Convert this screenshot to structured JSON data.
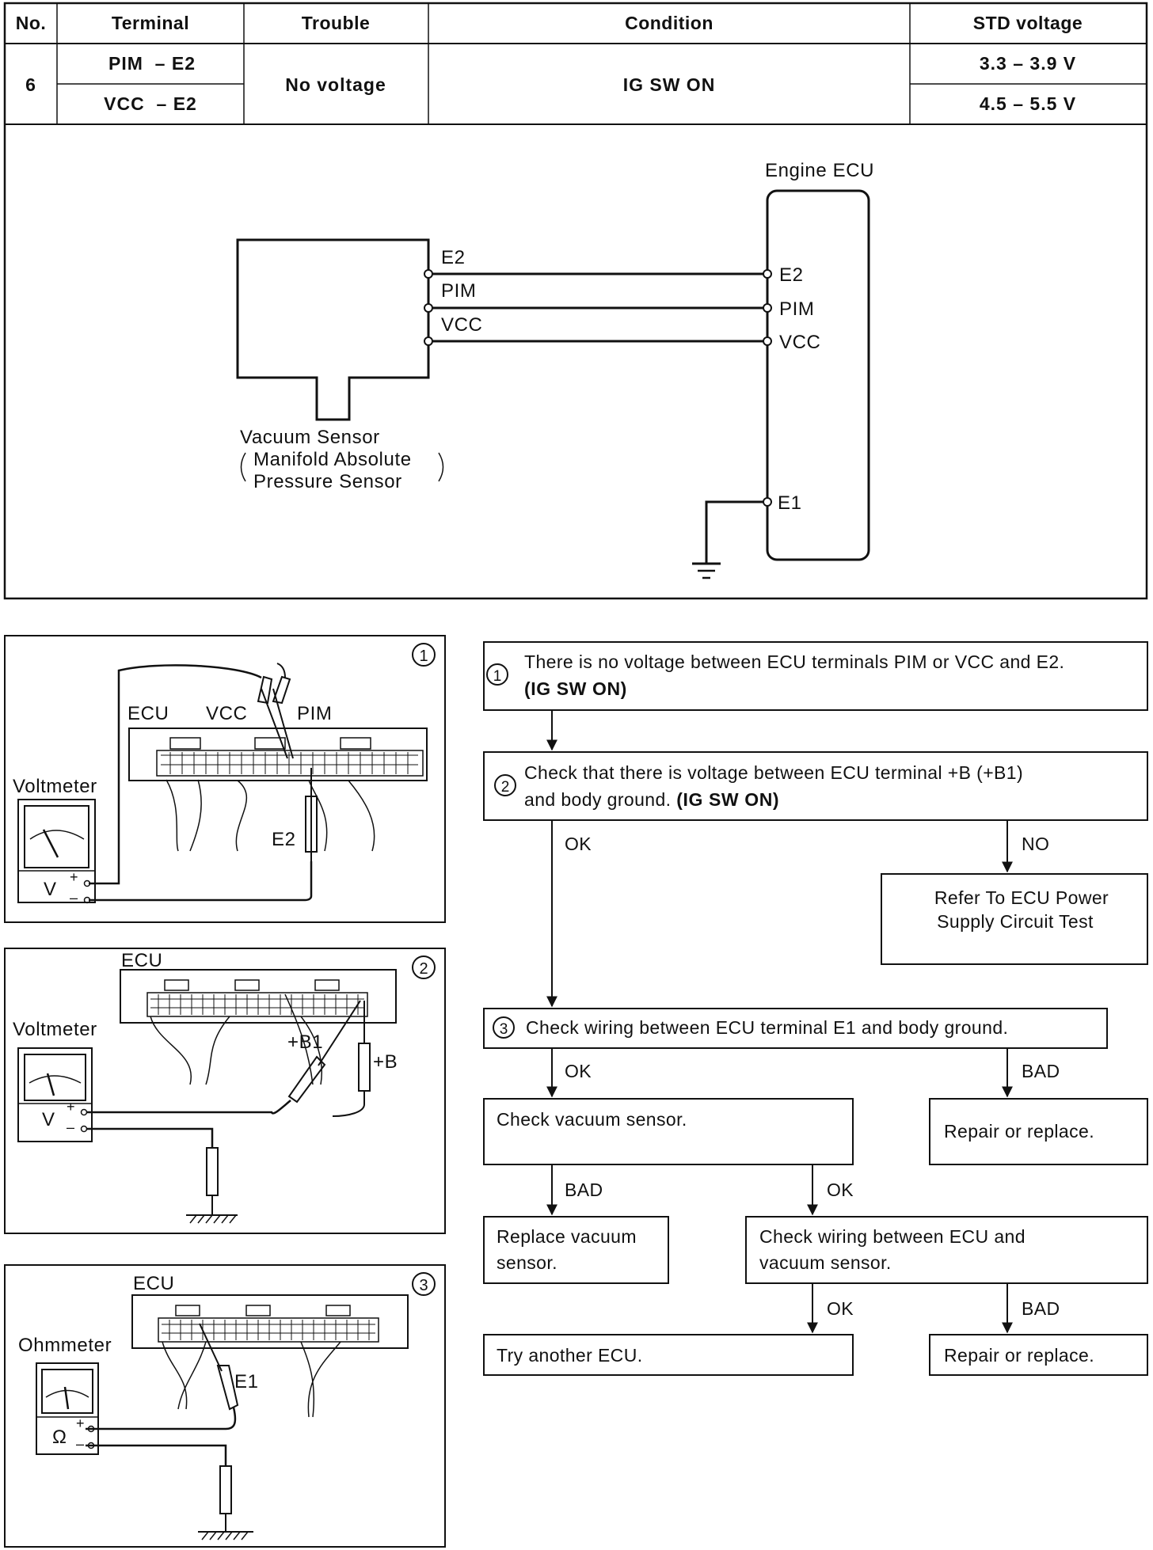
{
  "spec_table": {
    "headers": [
      "No.",
      "Terminal",
      "Trouble",
      "Condition",
      "STD voltage"
    ],
    "no": "6",
    "terminals": [
      "PIM  – E2",
      "VCC  – E2"
    ],
    "trouble": "No voltage",
    "condition": "IG SW ON",
    "std_voltages": [
      "3.3 – 3.9 V",
      "4.5 – 5.5 V"
    ]
  },
  "circuit": {
    "ecu_title": "Engine ECU",
    "sensor_pins": [
      "E2",
      "PIM",
      "VCC"
    ],
    "ecu_pins": [
      "E2",
      "PIM",
      "VCC",
      "E1"
    ],
    "sensor_name": [
      "Vacuum Sensor",
      "Manifold Absolute",
      "Pressure Sensor"
    ]
  },
  "illustrations": {
    "fig1": {
      "num": "①",
      "labels": [
        "ECU",
        "VCC",
        "PIM",
        "Voltmeter",
        "E2",
        "V",
        "+",
        "–"
      ]
    },
    "fig2": {
      "num": "②",
      "labels": [
        "ECU",
        "Voltmeter",
        "+B1",
        "+B",
        "V",
        "+",
        "–"
      ]
    },
    "fig3": {
      "num": "③",
      "labels": [
        "ECU",
        "Ohmmeter",
        "E1",
        "Ω",
        "+",
        "–"
      ]
    }
  },
  "flowchart": {
    "step1": {
      "num": "①",
      "line1": "There is no voltage between ECU terminals PIM or VCC and E2.",
      "line2": "(IG SW ON)"
    },
    "step2": {
      "num": "②",
      "line1": "Check that there is voltage between ECU terminal +B (+B1)",
      "line2_a": "and body ground. ",
      "line2_b": "(IG SW ON)"
    },
    "ok": "OK",
    "no": "NO",
    "bad": "BAD",
    "power_test": [
      "Refer To ECU Power",
      "Supply Circuit Test"
    ],
    "step3": {
      "num": "③",
      "text": "Check wiring between ECU terminal E1 and body ground."
    },
    "check_sensor": "Check vacuum sensor.",
    "repair": "Repair or replace.",
    "replace_sensor": [
      "Replace vacuum",
      "sensor."
    ],
    "check_wiring": [
      "Check wiring between ECU and",
      "vacuum sensor."
    ],
    "try_ecu": "Try another ECU."
  }
}
